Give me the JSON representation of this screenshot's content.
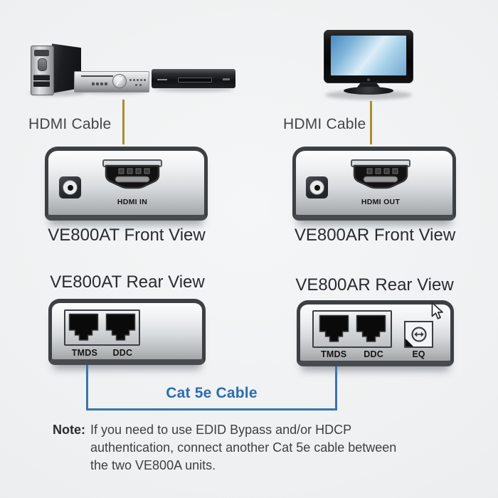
{
  "colors": {
    "background": "#eef0f1",
    "hdmi_cable_line": "#ab8c33",
    "cat5e_line": "#3a74ad",
    "cat5e_text": "#2d6dad",
    "unit_border": "#3c4043",
    "title_text": "#2a2a2f"
  },
  "top_left": {
    "hdmi_cable_label": "HDMI Cable",
    "device_icons": [
      "pc-tower",
      "av-receiver",
      "dvd-player"
    ]
  },
  "top_right": {
    "hdmi_cable_label": "HDMI Cable",
    "device_icons": [
      "tv-display"
    ]
  },
  "units": {
    "at_front": {
      "title": "VE800AT Front View",
      "port_label": "HDMI IN"
    },
    "ar_front": {
      "title": "VE800AR Front View",
      "port_label": "HDMI OUT"
    },
    "at_rear": {
      "title": "VE800AT Rear View",
      "port_labels": [
        "TMDS",
        "DDC"
      ]
    },
    "ar_rear": {
      "title": "VE800AR Rear View",
      "port_labels": [
        "TMDS",
        "DDC"
      ],
      "eq_label": "EQ"
    }
  },
  "cat5e": {
    "label": "Cat 5e Cable"
  },
  "note": {
    "label": "Note:",
    "text": "If you need to use EDID Bypass and/or HDCP authentication, connect another Cat 5e cable between the two VE800A units."
  }
}
